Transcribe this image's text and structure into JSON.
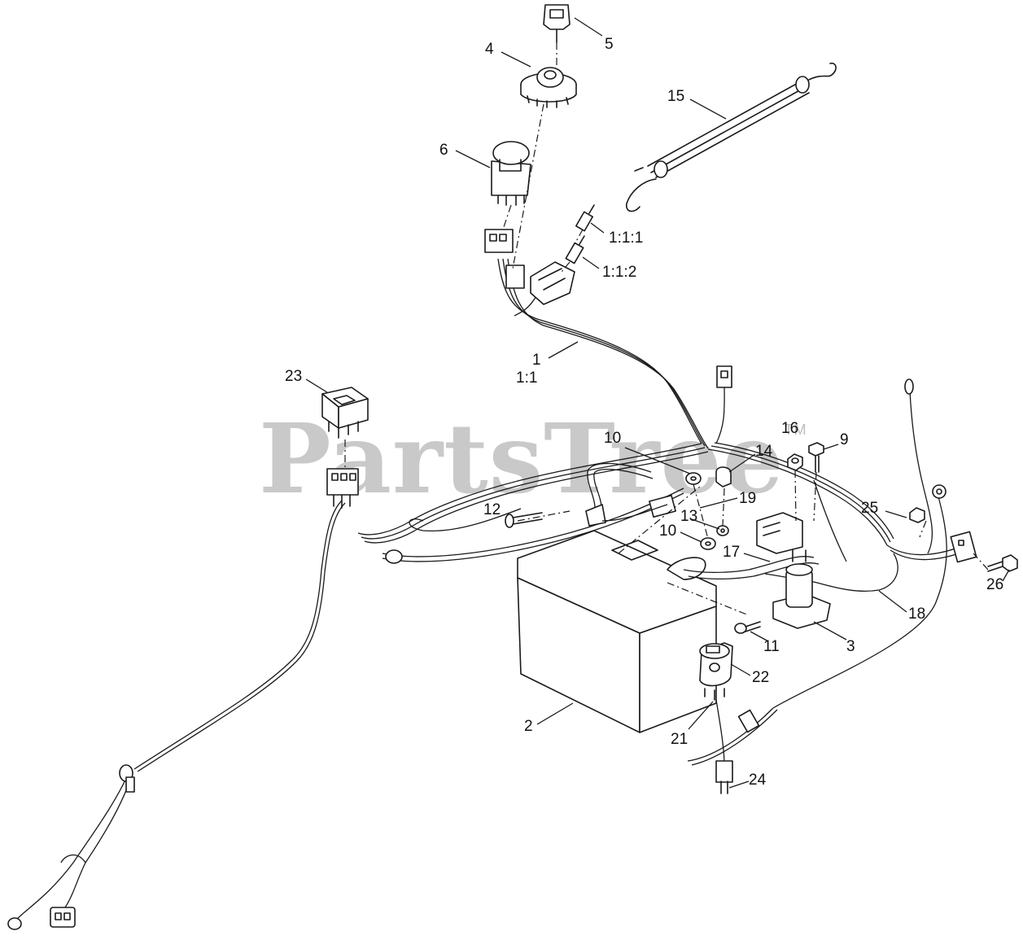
{
  "watermark": {
    "text": "PartsTree",
    "tm": "TM"
  },
  "callouts": {
    "c5": "5",
    "c4": "4",
    "c15": "15",
    "c6": "6",
    "c111": "1:1:1",
    "c112": "1:1:2",
    "c1": "1",
    "c11": "1:1",
    "c23": "23",
    "c16": "16",
    "c9": "9",
    "c10a": "10",
    "c14": "14",
    "c19": "19",
    "c12": "12",
    "c13": "13",
    "c10b": "10",
    "c17": "17",
    "c25": "25",
    "c26": "26",
    "c18": "18",
    "c11b": "11",
    "c3": "3",
    "c22": "22",
    "c2": "2",
    "c21": "21",
    "c24": "24"
  }
}
